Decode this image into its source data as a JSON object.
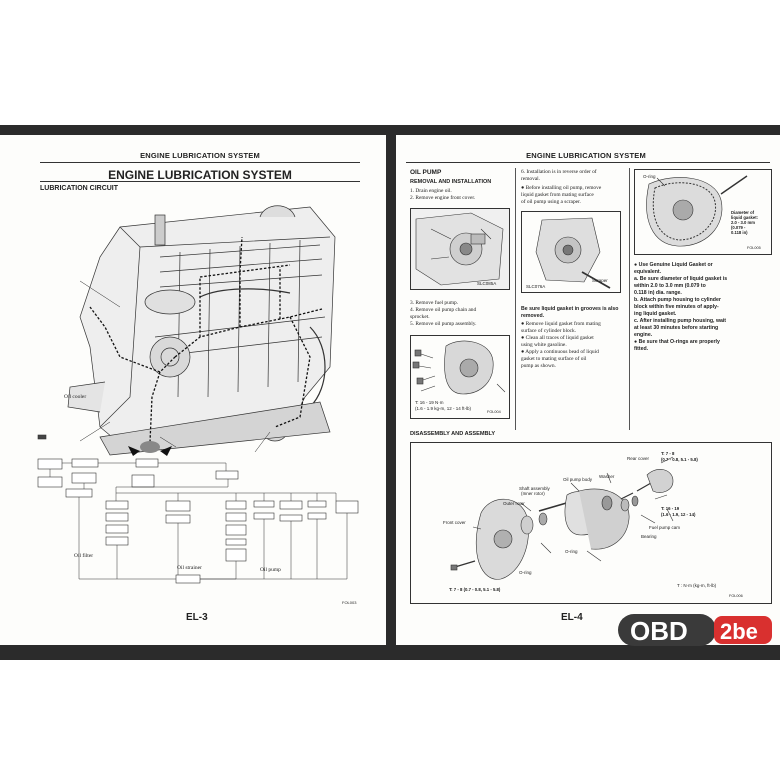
{
  "left_page": {
    "running_head": "ENGINE LUBRICATION SYSTEM",
    "title": "ENGINE LUBRICATION SYSTEM",
    "section": "LUBRICATION CIRCUIT",
    "callouts": {
      "oil_cooler": "Oil cooler",
      "oil_filter": "Oil filter",
      "oil_strainer": "Oil strainer",
      "oil_pump": "Oil pump"
    },
    "fig_code": "FOL003",
    "page_number": "EL-3"
  },
  "right_page": {
    "running_head": "ENGINE LUBRICATION SYSTEM",
    "section": "OIL PUMP",
    "subsection": "REMOVAL AND INSTALLATION",
    "steps_a": [
      "1.  Drain engine oil.",
      "2.  Remove engine front cover."
    ],
    "fig1_code": "SLC085A",
    "steps_b": [
      "3.  Remove fuel pump.",
      "4.  Remove oil pump chain and",
      "     sprocket.",
      "5.  Remove oil pump assembly."
    ],
    "torque_1a": "T: 16 - 19 N·m",
    "torque_1b": "(1.6 - 1.9 kg-m, 12 - 14 ft-lb)",
    "fig2_code": "FOL004",
    "step6a": "6.  Installation is in reverse order of",
    "step6b": "     removal.",
    "bullet1": [
      "●  Before installing oil pump, remove",
      "    liquid gasket from mating surface",
      "    of oil pump using a scraper."
    ],
    "scraper_label": "Scraper",
    "fig3_code": "SLC076A",
    "gasket_heading": [
      "Be sure liquid gasket in grooves is also",
      "removed."
    ],
    "gasket_bullets": [
      "●  Remove liquid gasket from mating",
      "    surface of cylinder block.",
      "●  Clean all traces of liquid gasket",
      "    using white gasoline.",
      "●  Apply a continuous bead of liquid",
      "    gasket to mating surface of oil",
      "    pump as shown."
    ],
    "oring_label": "O-ring",
    "diameter_label": [
      "Diameter of",
      "liquid gasket:",
      "2.0 - 3.0 mm",
      "(0.079 -",
      "0.118 in)"
    ],
    "fig4_code": "FOL005",
    "notes": [
      "●  Use Genuine Liquid Gasket or",
      "    equivalent.",
      "a.  Be sure diameter of liquid gasket is",
      "    within 2.0 to 3.0 mm (0.079 to",
      "    0.118 in) dia. range.",
      "b.  Attach pump housing to cylinder",
      "    block within five minutes of apply-",
      "    ing liquid gasket.",
      "c.  After installing pump housing, wait",
      "    at least 30 minutes before starting",
      "    engine.",
      "●  Be sure that O-rings are properly",
      "    fitted."
    ],
    "disassembly_title": "DISASSEMBLY AND ASSEMBLY",
    "exploded": {
      "rear_cover": "Rear cover",
      "washer": "Washer",
      "oil_pump_body": "Oil pump body",
      "shaft_assembly": "Shaft assembly",
      "inner_rotor": "(Inner rotor)",
      "outer_rotor": "Outer rotor",
      "front_cover": "Front cover",
      "oring_mid": "O-ring",
      "oring_low": "O-ring",
      "fuel_pump_cam": "Fuel pump cam",
      "bearing": "Bearing",
      "t_top_a": "T: 7 - 8",
      "t_top_b": "(0.7 - 0.8, 5.1 - 5.8)",
      "t_mid_a": "T: 16 - 19",
      "t_mid_b": "(1.6 - 1.9, 12 - 14)",
      "t_bottom": "T: 7 - 8 (0.7 - 0.8, 5.1 - 5.8)",
      "t_units": "T : N·m (kg-m, ft-lb)",
      "fig_code": "FOL006"
    },
    "page_number": "EL-4"
  },
  "logo": {
    "part1": "OBD",
    "part2": "2be"
  }
}
